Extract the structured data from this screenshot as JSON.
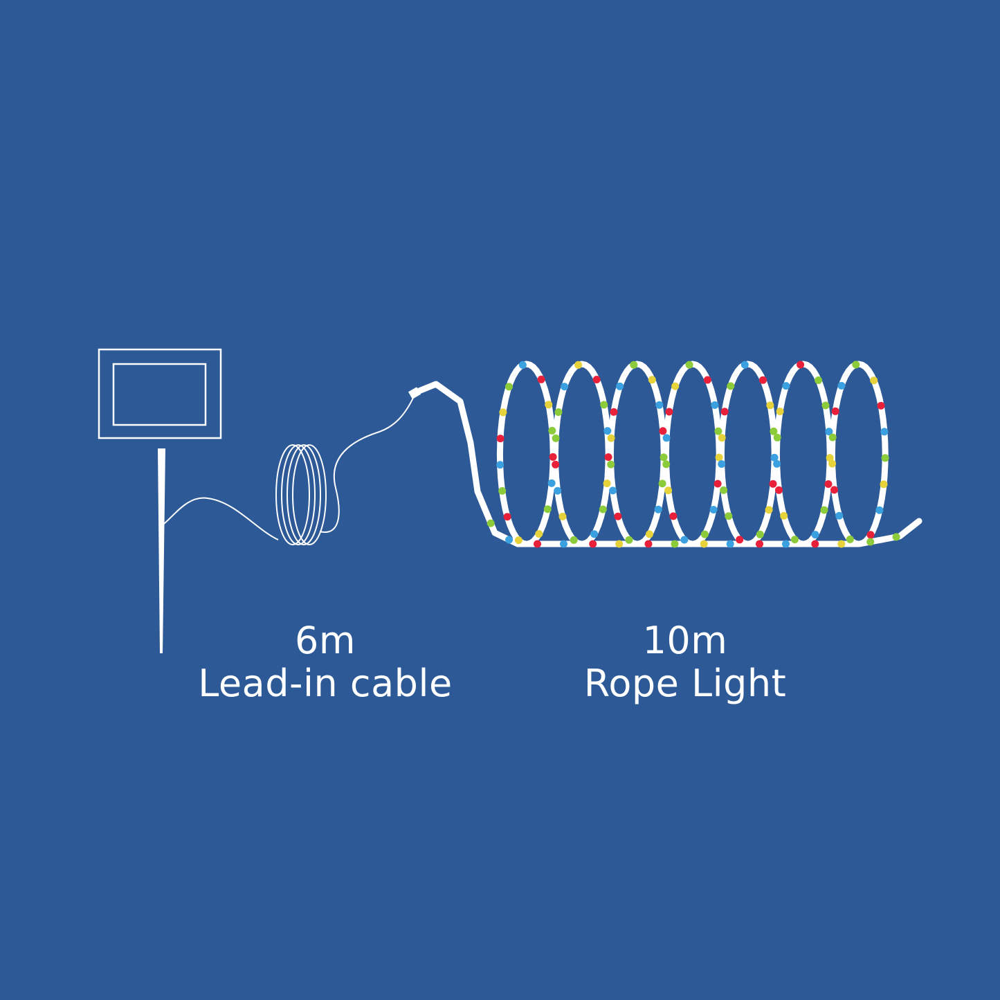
{
  "colors": {
    "background": "#2d5a96",
    "line": "#ffffff",
    "led_palette": {
      "green": "#8ccb3a",
      "red": "#e8203a",
      "blue": "#3aa0e0",
      "yellow": "#e6d23a"
    }
  },
  "icons": {
    "solar_panel": "solar-panel-icon",
    "stake": "ground-stake-icon",
    "lead_cable": "coiled-lead-cable-icon",
    "rope_light": "coiled-rope-light-icon"
  },
  "lead_cable": {
    "length": "6m",
    "label": "Lead-in cable"
  },
  "rope_light": {
    "length": "10m",
    "label": "Rope Light"
  },
  "led_sequence": [
    "green",
    "blue",
    "yellow",
    "red",
    "green",
    "blue",
    "red",
    "yellow",
    "green",
    "blue",
    "red",
    "yellow",
    "green",
    "red",
    "blue",
    "green",
    "yellow",
    "red",
    "blue",
    "green",
    "yellow",
    "blue",
    "red",
    "green"
  ]
}
